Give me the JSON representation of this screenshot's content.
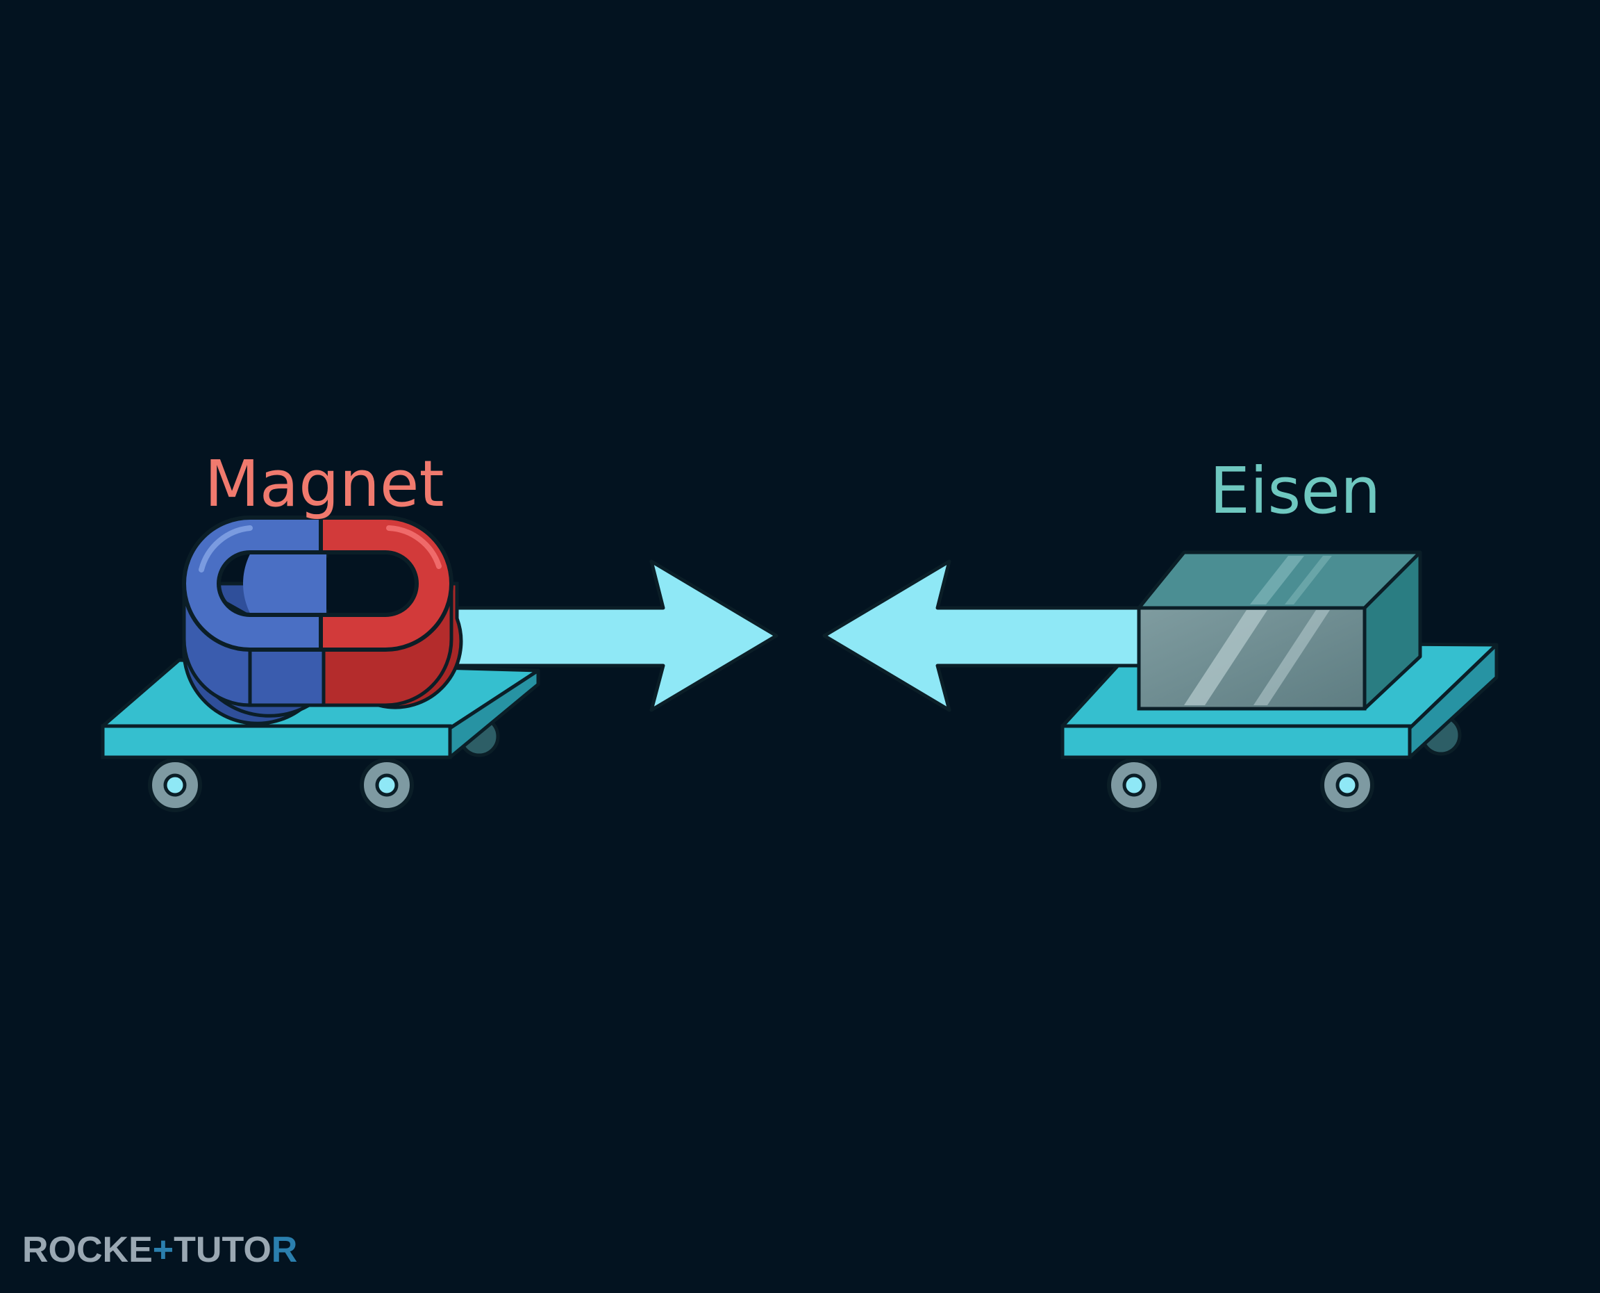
{
  "labels": {
    "magnet": "Magnet",
    "iron": "Eisen"
  },
  "brand": {
    "part1": "ROCKE",
    "part2": "TUTO",
    "part3": "R"
  },
  "colors": {
    "background": "#031320",
    "arrow": "#8fe8f6",
    "cart": "#35bfcf",
    "magnet_blue": "#4a6fc4",
    "magnet_red": "#d23a3a",
    "iron": "#6f8f94",
    "magnet_label": "#f07a6e",
    "iron_label": "#6fc8c0",
    "wheel": "#7e9aa2",
    "logo": "#9aa8b3",
    "logo_accent": "#2b7fae"
  },
  "icons": {
    "magnet": "horseshoe-magnet-icon",
    "iron": "iron-block-icon",
    "cart": "cart-icon"
  }
}
